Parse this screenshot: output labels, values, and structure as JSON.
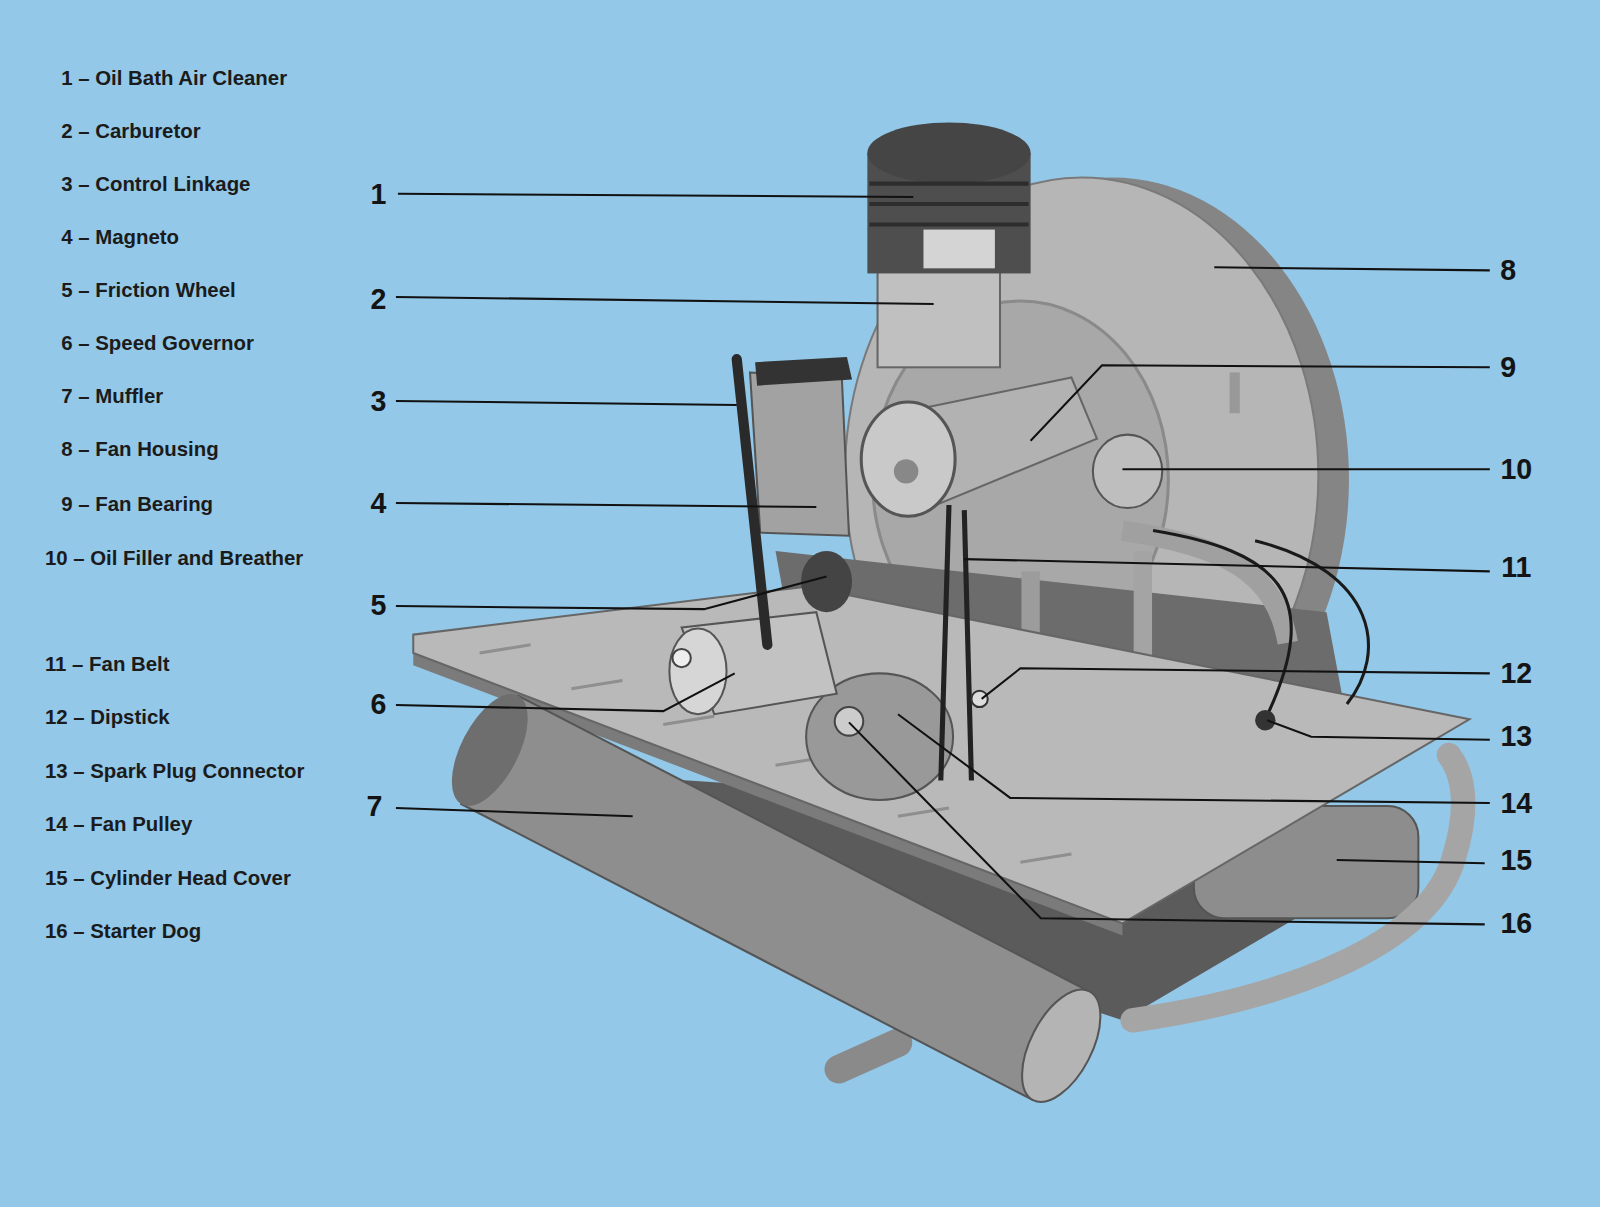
{
  "diagram": {
    "labels": [
      "1 – Oil Bath Air Cleaner",
      "2 – Carburetor",
      "3 – Control Linkage",
      "4 – Magneto",
      "5 – Friction Wheel",
      "6 – Speed Governor",
      "7 – Muffler",
      "8 – Fan Housing",
      "9 – Fan Bearing",
      "10 – Oil Filler and Breather",
      "11 – Fan Belt",
      "12 – Dipstick",
      "13 – Spark Plug Connector",
      "14 – Fan Pulley",
      "15 – Cylinder Head Cover",
      "16 – Starter Dog",
      "1",
      "2",
      "3",
      "4",
      "5",
      "6",
      "7",
      "8",
      "9",
      "10",
      "11",
      "12",
      "13",
      "14",
      "15",
      "16"
    ]
  }
}
